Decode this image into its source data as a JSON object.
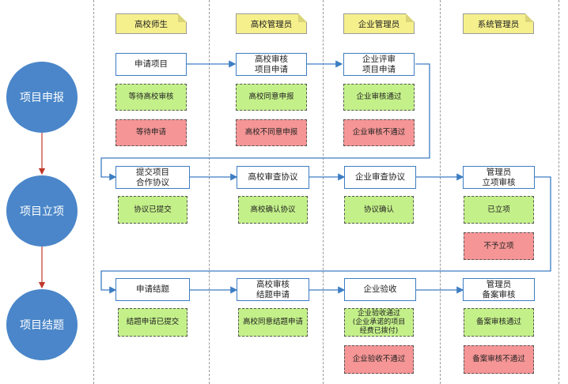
{
  "lanes": [
    "高校师生",
    "高校管理员",
    "企业管理员",
    "系统管理员"
  ],
  "phases": [
    "项目申报",
    "项目立项",
    "项目结题"
  ],
  "apply": {
    "step1": "申请项目",
    "step2": [
      "高校审核",
      "项目申请"
    ],
    "step3": [
      "企业评审",
      "项目申请"
    ],
    "s_wait_review": "等待高校审核",
    "s_wait_apply": "等待申请",
    "s_uni_agree": "高校同意申报",
    "s_uni_disagree": "高校不同意申报",
    "s_ent_pass": "企业审核通过",
    "s_ent_fail": "企业审核不通过"
  },
  "approve": {
    "step1": [
      "提交项目",
      "合作协议"
    ],
    "step2": "高校审查协议",
    "step3": "企业审查协议",
    "step4": [
      "管理员",
      "立项审核"
    ],
    "s_submitted": "协议已提交",
    "s_uni_confirm": "高校确认协议",
    "s_ent_confirm": "协议确认",
    "s_approved": "已立项",
    "s_rejected": "不予立项"
  },
  "close": {
    "step1": "申请结题",
    "step2": [
      "高校审核",
      "结题申请"
    ],
    "step3": "企业验收",
    "step4": [
      "管理员",
      "备案审核"
    ],
    "s_submitted": "结题申请已提交",
    "s_uni_agree": "高校同意结题申请",
    "s_ent_pass": [
      "企业验收通过",
      "(企业承诺的项目",
      "经费已拨付)"
    ],
    "s_ent_fail": "企业验收不通过",
    "s_rec_pass": "备案审核通过",
    "s_rec_fail": "备案审核不通过"
  },
  "colors": {
    "process": "#3d7dc3",
    "pass": "#c4f08a",
    "fail": "#f59595",
    "note": "#f6f08c",
    "phase": "#4a86c9",
    "phase_arrow": "#c0392b"
  }
}
